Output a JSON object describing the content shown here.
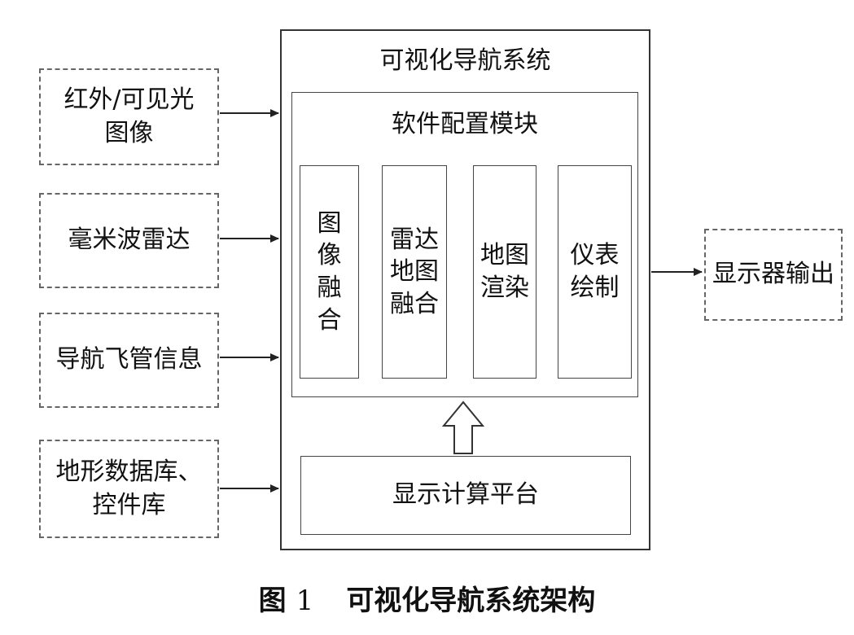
{
  "diagram": {
    "system_title": "可视化导航系统",
    "module_title": "软件配置模块",
    "modules": [
      {
        "label": "图像融合"
      },
      {
        "label": "雷达地图融合"
      },
      {
        "label": "地图渲染"
      },
      {
        "label": "仪表绘制"
      }
    ],
    "platform": "显示计算平台",
    "inputs": [
      {
        "label": "红外/可见光图像"
      },
      {
        "label": "毫米波雷达"
      },
      {
        "label": "导航飞管信息"
      },
      {
        "label": "地形数据库、控件库"
      }
    ],
    "output": "显示器输出"
  },
  "caption": {
    "prefix": "图",
    "number": "1",
    "text": "可视化导航系统架构"
  }
}
